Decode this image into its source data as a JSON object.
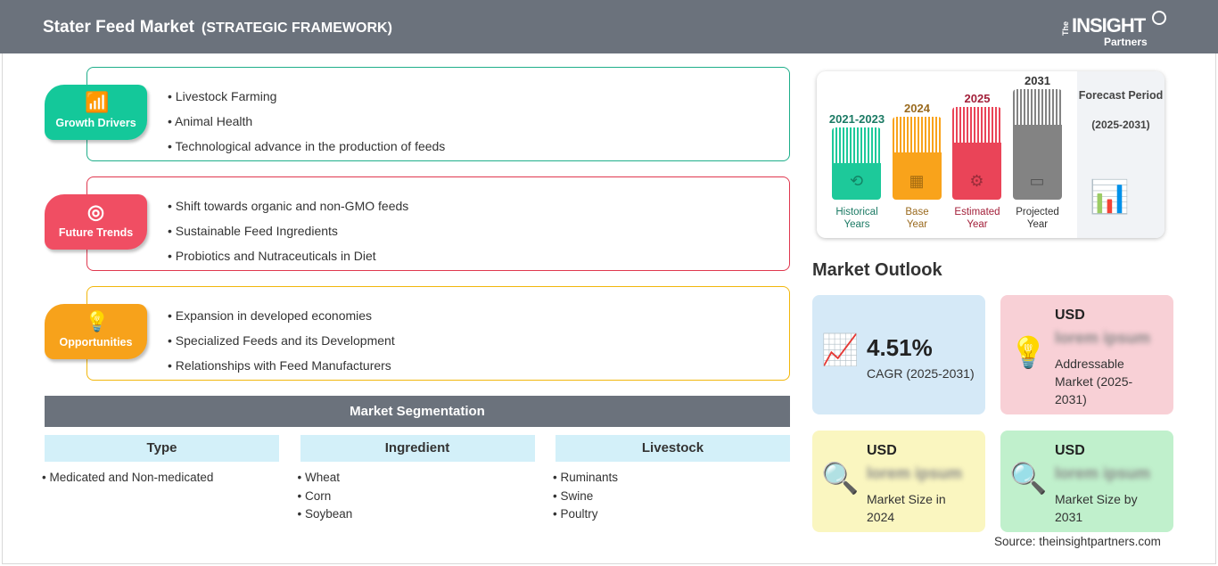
{
  "header": {
    "title": "Stater Feed Market",
    "subtitle": "(STRATEGIC FRAMEWORK)",
    "logo": "The INSIGHT Partners"
  },
  "sections": [
    {
      "name": "Growth Drivers",
      "icon": "growth-chart-icon",
      "color": "#14c89a",
      "border": "#1fae8a",
      "items": [
        "Livestock Farming",
        "Animal Health",
        "Technological advance in the production of feeds"
      ]
    },
    {
      "name": "Future Trends",
      "icon": "target-icon",
      "color": "#f04e63",
      "border": "#e0384f",
      "items": [
        "Shift towards organic and non-GMO feeds",
        "Sustainable Feed Ingredients",
        "Probiotics and Nutraceuticals in Diet"
      ]
    },
    {
      "name": "Opportunities",
      "icon": "hand-bulb-icon",
      "color": "#f7a21b",
      "border": "#f2b70c",
      "items": [
        "Expansion in developed economies",
        "Specialized Feeds and its Development",
        "Relationships with Feed Manufacturers"
      ]
    }
  ],
  "segmentation": {
    "title": "Market Segmentation",
    "columns": [
      {
        "header": "Type",
        "items": [
          "Medicated and Non-medicated"
        ]
      },
      {
        "header": "Ingredient",
        "items": [
          "Wheat",
          "Corn",
          "Soybean"
        ]
      },
      {
        "header": "Livestock",
        "items": [
          "Ruminants",
          "Swine",
          "Poultry"
        ]
      }
    ]
  },
  "timeline": {
    "bars": [
      {
        "year": "2021-2023",
        "label1": "Historical",
        "label2": "Years",
        "color": "#1dc99a",
        "text": "#1b7a64",
        "icon": "history-icon"
      },
      {
        "year": "2024",
        "label1": "Base",
        "label2": "Year",
        "color": "#f9a31b",
        "text": "#9a6a1e",
        "icon": "calendar-icon"
      },
      {
        "year": "2025",
        "label1": "Estimated",
        "label2": "Year",
        "color": "#ea4458",
        "text": "#a3203a",
        "icon": "estimate-icon"
      },
      {
        "year": "2031",
        "label1": "Projected",
        "label2": "Year",
        "color": "#838383",
        "text": "#333333",
        "icon": "projection-icon"
      }
    ],
    "forecast_label": "Forecast Period",
    "forecast_range": "(2025-2031)"
  },
  "outlook": {
    "title": "Market Outlook",
    "cagr": {
      "value": "4.51%",
      "label": "CAGR (2025-2031)"
    },
    "addressable": {
      "currency": "USD",
      "value": "lorem ipsum",
      "label": "Addressable Market (2025-2031)"
    },
    "size2024": {
      "currency": "USD",
      "value": "lorem ipsum",
      "label": "Market Size in 2024"
    },
    "size2031": {
      "currency": "USD",
      "value": "lorem ipsum",
      "label": "Market Size by 2031"
    }
  },
  "source": "Source: theinsightpartners.com"
}
